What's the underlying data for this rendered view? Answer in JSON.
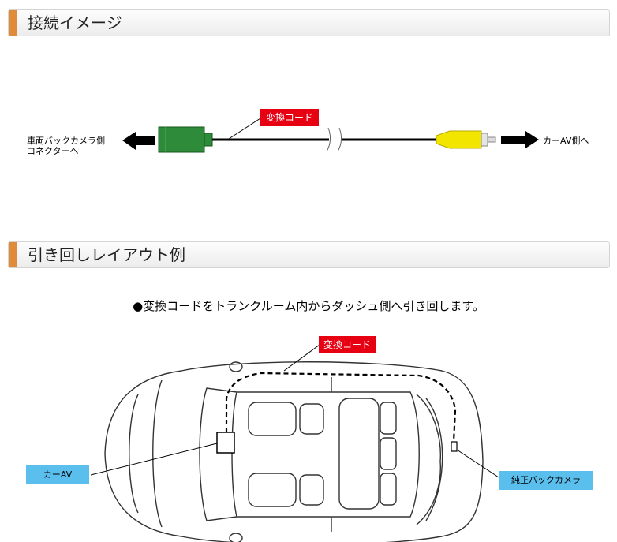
{
  "sections": [
    {
      "title": "接続イメージ"
    },
    {
      "title": "引き回しレイアウト例"
    }
  ],
  "connection": {
    "left_label_line1": "車両バックカメラ側",
    "left_label_line2": "コネクターへ",
    "right_label": "カーAV側へ",
    "cord_tag": "変換コード"
  },
  "layout": {
    "note": "●変換コードをトランクルーム内からダッシュ側へ引き回します。",
    "cord_tag": "変換コード",
    "car_av_tag": "カーAV",
    "camera_tag": "純正バックカメラ"
  },
  "colors": {
    "accent": "#e08a3c",
    "red_tag": "#e60012",
    "blue_tag": "#5bbfee",
    "connector_green": "#2e8b3a",
    "rca_yellow": "#f2e600"
  }
}
